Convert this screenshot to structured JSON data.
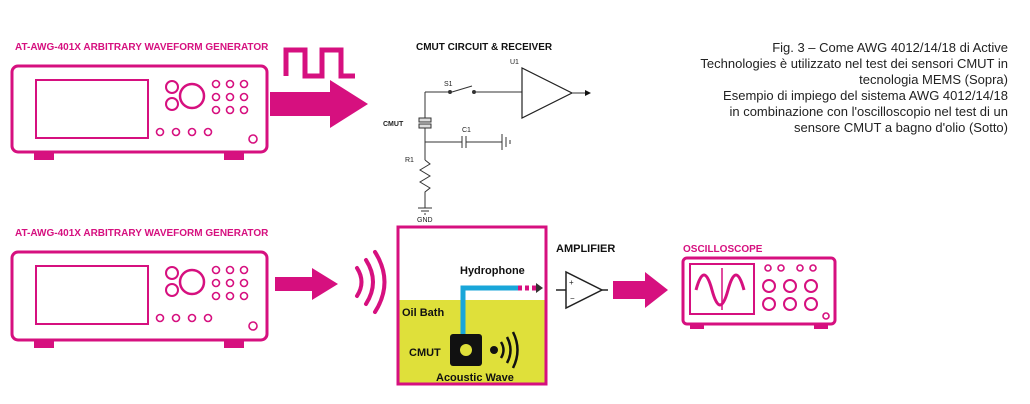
{
  "top_generator": {
    "title": "AT-AWG-401X ARBITRARY WAVEFORM GENERATOR"
  },
  "bottom_generator": {
    "title": "AT-AWG-401X ARBITRARY WAVEFORM GENERATOR"
  },
  "cmut_circuit": {
    "title": "CMUT CIRCUIT & RECEIVER",
    "labels": {
      "u1": "U1",
      "s1": "S1",
      "cmut": "CMUT",
      "c1": "C1",
      "r1": "R1",
      "ground": "GND"
    }
  },
  "tank": {
    "hydrophone": "Hydrophone",
    "oil_bath": "Oil Bath",
    "cmut": "CMUT",
    "acoustic_wave": "Acoustic Wave"
  },
  "amplifier": {
    "title": "AMPLIFIER"
  },
  "oscilloscope": {
    "title": "OSCILLOSCOPE"
  },
  "caption": {
    "lines": [
      "Fig. 3 – Come AWG 4012/14/18 di Active",
      "Technologies è utilizzato nel test dei sensori CMUT in",
      "tecnologia MEMS (Sopra)",
      "Esempio di impiego del sistema AWG 4012/14/18",
      "in combinazione con l'oscilloscopio nel test di un",
      "sensore CMUT a bagno d'olio (Sotto)"
    ]
  },
  "colors": {
    "magenta": "#d6107f",
    "oil": "#dfe03a",
    "hydrophone_cable": "#19a6d9",
    "text": "#222222"
  }
}
